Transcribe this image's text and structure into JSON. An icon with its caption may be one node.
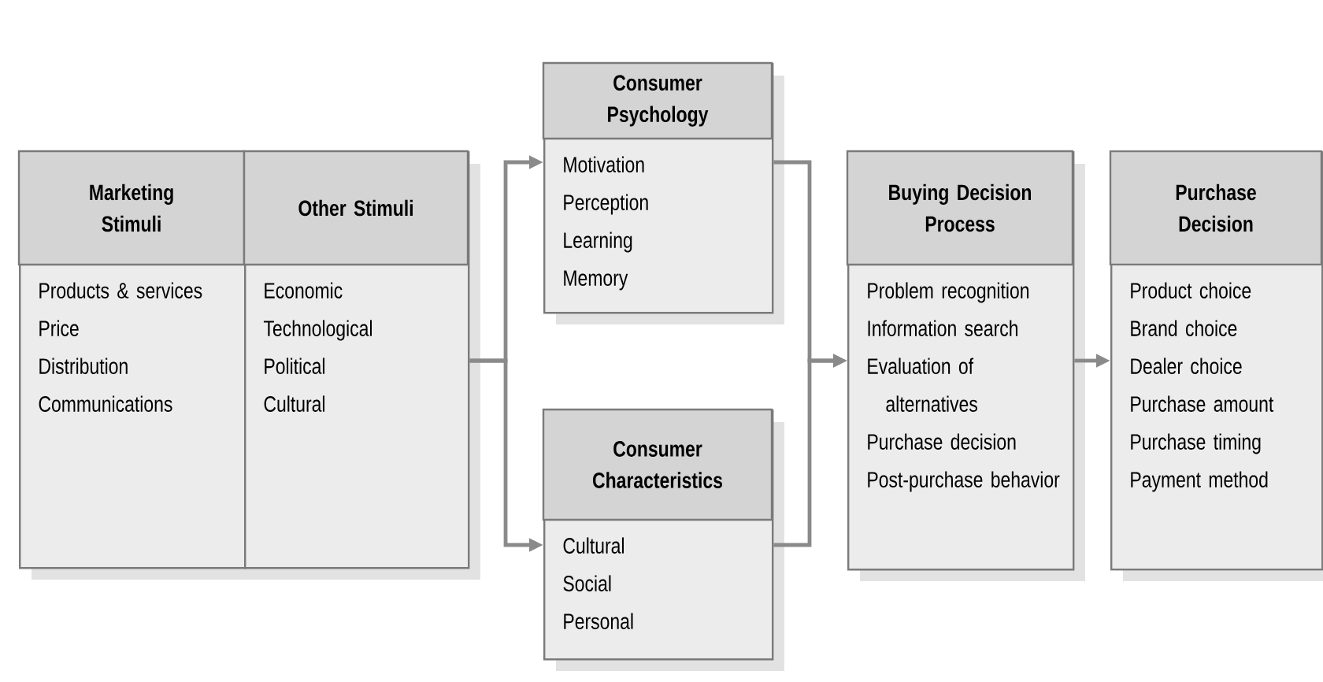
{
  "diagram": {
    "nodes": [
      {
        "text": [
          "Marketing Stimuli",
          "Products & services",
          "Price",
          "Distribution",
          "Communications"
        ]
      },
      {
        "text": [
          "Other Stimuli",
          "Economic",
          "Technological",
          "Political",
          "Cultural"
        ]
      },
      {
        "text": [
          "Consumer Psychology",
          "Motivation",
          "Perception",
          "Learning",
          "Memory"
        ]
      },
      {
        "text": [
          "Consumer Characteristics",
          "Cultural",
          "Social",
          "Personal"
        ]
      },
      {
        "text": [
          "Buying Decision Process",
          "Problem recognition",
          "Information search",
          "Evaluation of alternatives",
          "Purchase decision",
          "Post-purchase behavior"
        ]
      },
      {
        "text": [
          "Purchase Decision",
          "Product choice",
          "Brand choice",
          "Dealer choice",
          "Purchase amount",
          "Purchase timing",
          "Payment method"
        ]
      }
    ],
    "edges": [
      {
        "from": 1,
        "to": 2,
        "arrow": "to"
      },
      {
        "from": 1,
        "to": 3,
        "arrow": "to"
      },
      {
        "from": 2,
        "to": 4,
        "arrow": "to"
      },
      {
        "from": 3,
        "to": 4,
        "arrow": "to"
      },
      {
        "from": 4,
        "to": 5,
        "arrow": "to"
      }
    ]
  }
}
